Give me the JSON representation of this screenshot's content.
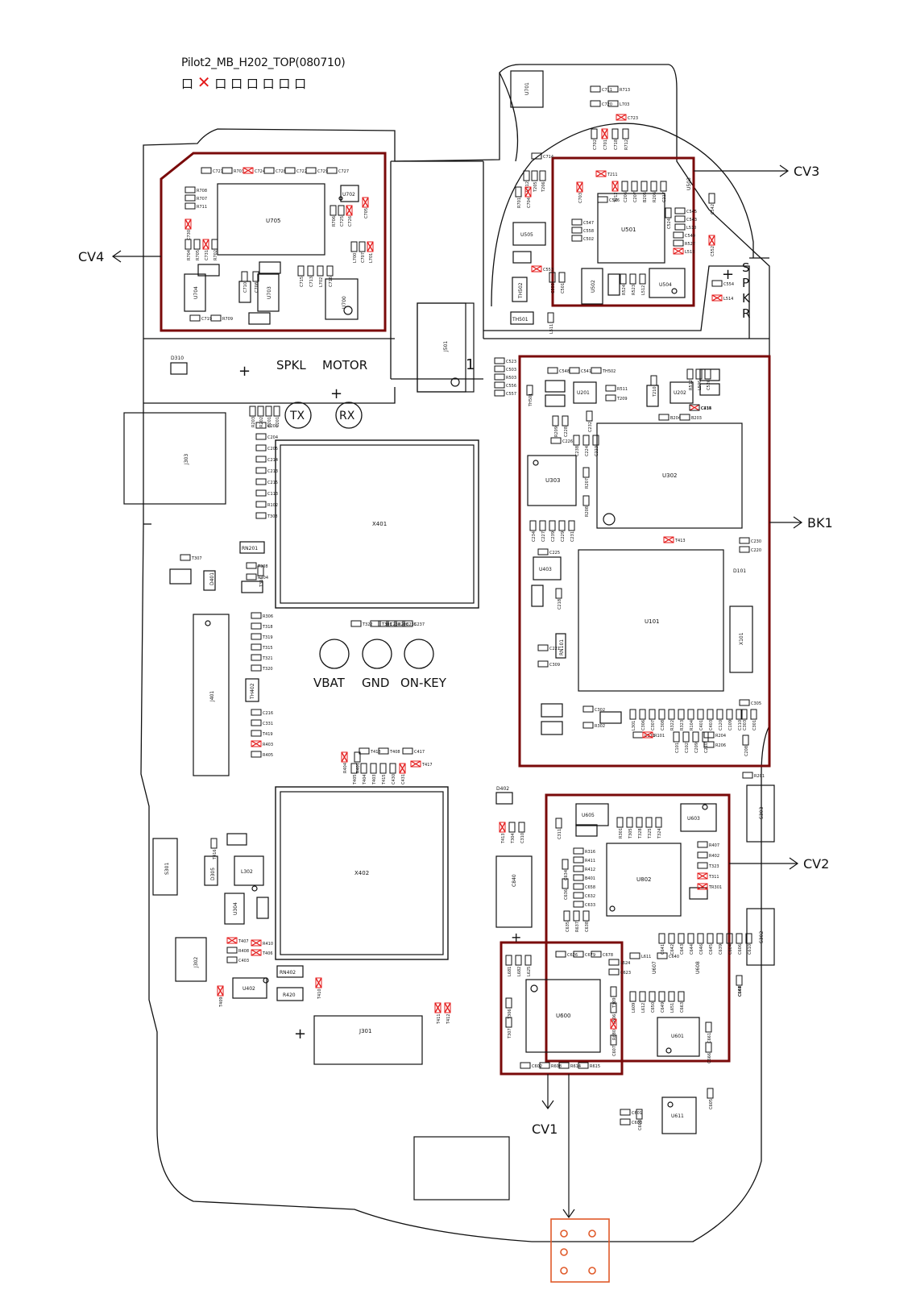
{
  "header": {
    "title": "Pilot2_MB_H202_TOP(080710)",
    "legend_prefix": "口",
    "legend_text": "口 口 口 口 口 口"
  },
  "colors": {
    "board_outline": "#111111",
    "shield_frame": "#7a0a0a",
    "mark": "#e41b1b",
    "connector": "#e05a2a",
    "component": "#111111"
  },
  "labels": {
    "cv1": "CV1",
    "cv2": "CV2",
    "cv3": "CV3",
    "cv4": "CV4",
    "bk1": "BK1",
    "spkl": "SPKL",
    "motor": "MOTOR",
    "tx": "TX",
    "rx": "RX",
    "vbat": "VBAT",
    "gnd": "GND",
    "onkey": "ON-KEY",
    "spkr_s": "S",
    "spkr_p": "P",
    "spkr_k": "K",
    "spkr_r": "R",
    "one": "1",
    "plus": "+"
  },
  "chips": {
    "u705": "U705",
    "u501": "U501",
    "u302": "U302",
    "u303": "U303",
    "u101": "U101",
    "u802": "U802",
    "u600": "U600",
    "x401": "X401",
    "x402": "X402",
    "j501": "J501",
    "j303": "J303",
    "j401": "J401",
    "j301": "J301",
    "j302": "J302",
    "u601": "U601",
    "u611": "U611",
    "u403": "U403",
    "u700": "U700",
    "u703": "U703",
    "u704": "U704",
    "u702": "U702",
    "u505": "U505",
    "u502": "U502",
    "u504": "U504",
    "u503": "U503",
    "u701": "U701",
    "u603": "U603",
    "u605": "U605",
    "u607": "U607",
    "u608": "U608",
    "u201": "U201",
    "u202": "U202",
    "u304": "U304",
    "u402": "U402",
    "l302": "L302",
    "s301": "S301",
    "s302": "S302",
    "s303": "S303",
    "x101": "X101",
    "c840": "C840",
    "rn402": "RN402",
    "r420": "R420",
    "th501": "TH501",
    "th502": "TH502",
    "th402": "TH402",
    "rn201": "RN201",
    "rn101": "RN101",
    "d310": "D310",
    "d402": "D402",
    "d401": "D401",
    "d305": "D305",
    "d101": "D101"
  },
  "parts": [
    "C721",
    "R703",
    "C724",
    "C728",
    "C722",
    "C729",
    "C727",
    "R708",
    "R707",
    "R711",
    "C730",
    "R704",
    "R705",
    "C731",
    "R702",
    "R706",
    "C725",
    "C726",
    "C705",
    "L700",
    "C707",
    "L701",
    "C710",
    "C708",
    "C715",
    "C713",
    "L702",
    "C716",
    "C719",
    "R709",
    "C711",
    "R713",
    "C720",
    "L703",
    "C723",
    "C702",
    "C701",
    "C718",
    "R712",
    "C714",
    "C712",
    "T205",
    "T206",
    "T211",
    "T212",
    "C206",
    "C207",
    "B205",
    "R206",
    "C217",
    "R701",
    "C704",
    "C703",
    "C546",
    "C542",
    "C545",
    "C543",
    "L510",
    "C547",
    "C558",
    "C502",
    "C524",
    "C549",
    "R527",
    "L513",
    "C552",
    "C553",
    "C555",
    "C501",
    "R524",
    "R523",
    "L512",
    "L511",
    "C554",
    "L514",
    "C523",
    "C503",
    "R503",
    "C556",
    "C557",
    "C548",
    "C541",
    "TH502",
    "TH501",
    "R511",
    "T209",
    "T210",
    "R512",
    "L506",
    "C526",
    "C415",
    "C414",
    "C233",
    "R209",
    "C228",
    "C232",
    "B204",
    "B203",
    "C226",
    "C238",
    "C224",
    "C223",
    "R207",
    "R208",
    "C234",
    "C227",
    "C239",
    "C229",
    "C231",
    "T413",
    "C230",
    "C220",
    "C225",
    "C218",
    "C221",
    "C309",
    "C305",
    "C303",
    "C301",
    "C302",
    "R302",
    "L301",
    "C306",
    "C307",
    "C308",
    "R322",
    "R323",
    "R104",
    "C401",
    "C403",
    "C120",
    "C109",
    "C110",
    "C111",
    "R101",
    "C101",
    "C102",
    "C209",
    "C210",
    "R204",
    "R206",
    "C208",
    "R201",
    "R203",
    "R202",
    "B201",
    "C201",
    "C203",
    "C204",
    "C205",
    "C214",
    "C213",
    "C215",
    "C113",
    "R102",
    "T308",
    "T307",
    "T308",
    "R304",
    "T316",
    "R306",
    "T318",
    "T319",
    "T315",
    "T321",
    "T320",
    "T322",
    "T303",
    "C238",
    "R208",
    "C235",
    "C237",
    "C216",
    "C331",
    "T419",
    "R403",
    "R405",
    "R404",
    "R401",
    "T418",
    "T408",
    "C417",
    "T405",
    "T404",
    "T403",
    "T415",
    "C430",
    "C431",
    "T417",
    "T416",
    "T407",
    "R408",
    "C403",
    "R410",
    "T406",
    "T409",
    "T410",
    "T411",
    "T412",
    "T413",
    "T304",
    "C310",
    "C311",
    "R301",
    "T305",
    "T328",
    "T325",
    "T324",
    "R407",
    "R402",
    "T323",
    "T311",
    "TR301",
    "R316",
    "R411",
    "R412",
    "B401",
    "C658",
    "C632",
    "C633",
    "C634",
    "C636",
    "C635",
    "R637",
    "C638",
    "C641",
    "C642",
    "C643",
    "C644",
    "C646",
    "C645",
    "C639",
    "C604",
    "C606",
    "C610",
    "L611",
    "C640",
    "L609",
    "L612",
    "C650",
    "C649",
    "L651",
    "C663",
    "C661",
    "C666",
    "C664",
    "C648",
    "C647",
    "L681",
    "L682",
    "L625",
    "C626",
    "C679",
    "C678",
    "L624",
    "C623",
    "T306",
    "T307",
    "T309",
    "L606",
    "R680",
    "C607",
    "C602",
    "R608",
    "R614",
    "R615",
    "C601",
    "C603",
    "C608",
    "C605",
    "C622",
    "L621",
    "C603",
    "C665",
    "C617",
    "L618",
    "C619",
    "C620",
    "C628",
    "C630",
    "L623",
    "C627"
  ],
  "marked_parts": [
    "C724",
    "C730",
    "C731",
    "C726",
    "C705",
    "L701",
    "C701",
    "C723",
    "T211",
    "T212",
    "C704",
    "C703",
    "L513",
    "C552",
    "C553",
    "L514",
    "C415",
    "T413",
    "R101",
    "R403",
    "R404",
    "C431",
    "T417",
    "T407",
    "T406",
    "T409",
    "T410",
    "T411",
    "T412",
    "R410",
    "T311",
    "TR301",
    "R680",
    "C622",
    "C619",
    "C628",
    "C630"
  ]
}
